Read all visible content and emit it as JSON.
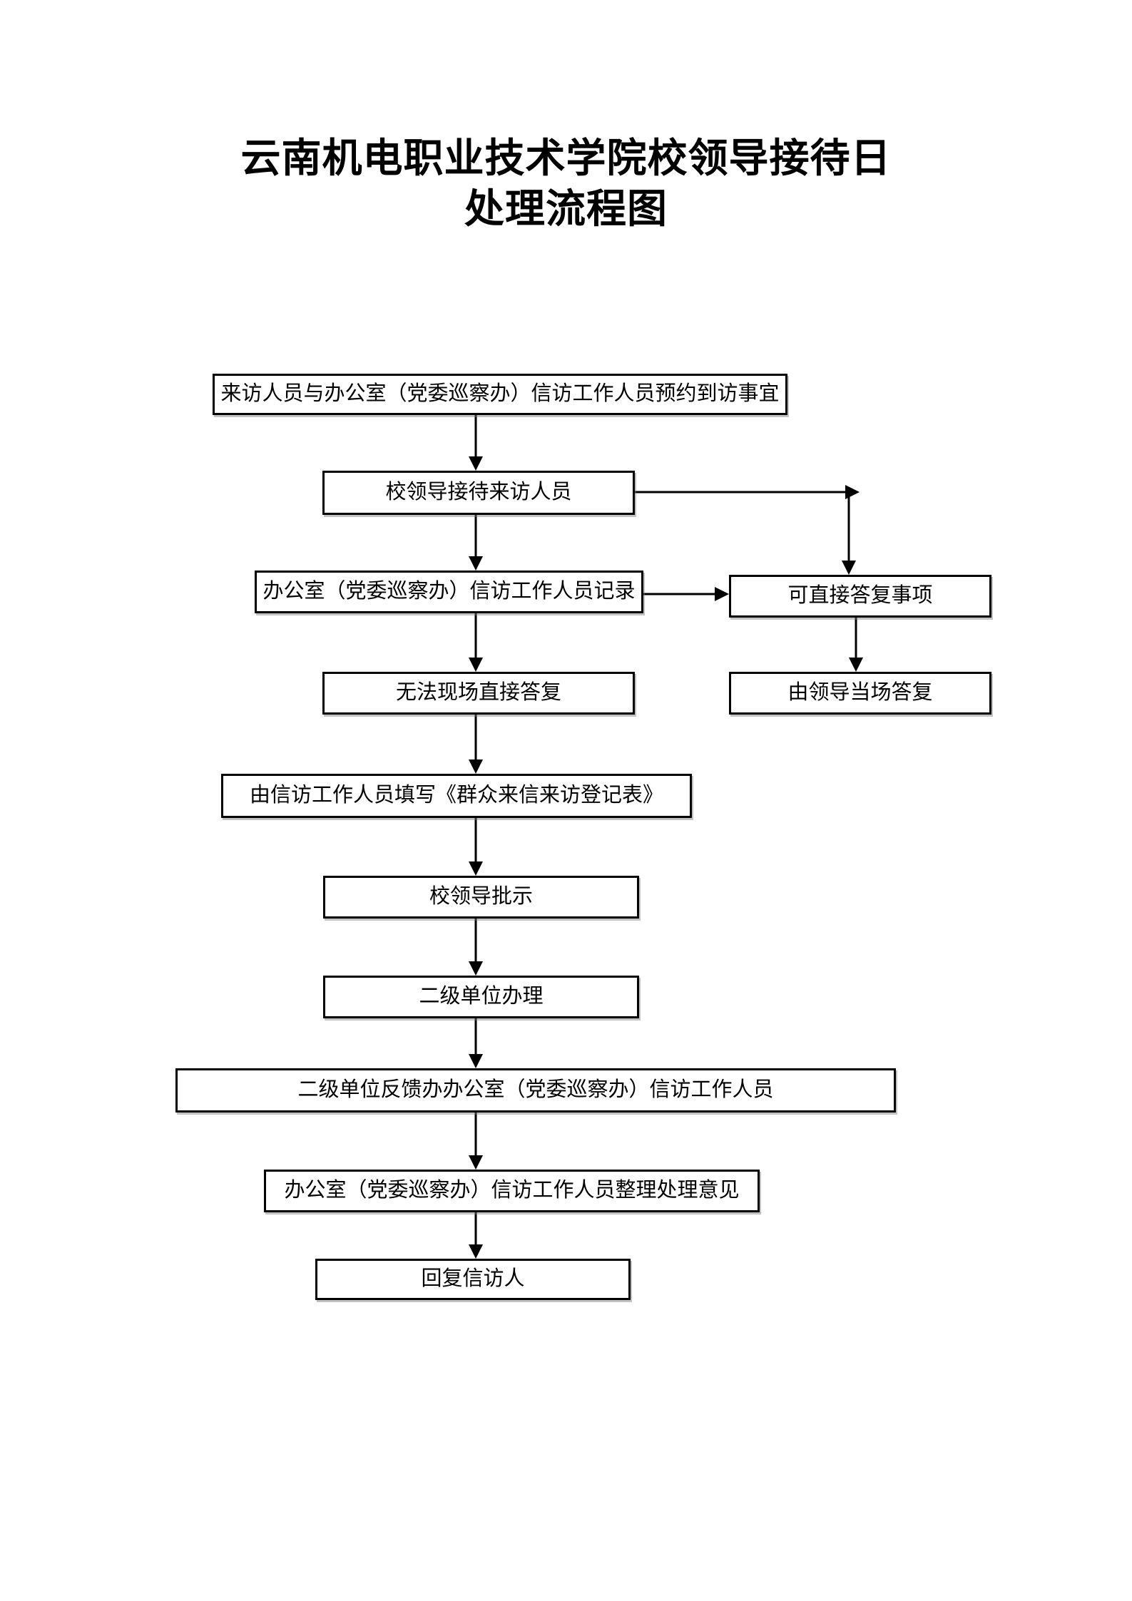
{
  "title": {
    "line1": "云南机电职业技术学院校领导接待日",
    "line2": "处理流程图"
  },
  "nodes": {
    "yuyue": "来访人员与办公室（党委巡察办）信访工作人员预约到访事宜",
    "jiedai": "校领导接待来访人员",
    "jilu": "办公室（党委巡察办）信访工作人员记录",
    "kezhida": "可直接答复事项",
    "wufa": "无法现场直接答复",
    "dangchang": "由领导当场答复",
    "tianxie": "由信访工作人员填写《群众来信来访登记表》",
    "pishi": "校领导批示",
    "erji": "二级单位办理",
    "fankui": "二级单位反馈办办公室（党委巡察办）信访工作人员",
    "zhengli": "办公室（党委巡察办）信访工作人员整理处理意见",
    "huifu": "回复信访人"
  },
  "edges": [
    {
      "from": "yuyue",
      "to": "jiedai"
    },
    {
      "from": "jiedai",
      "to": "jilu"
    },
    {
      "from": "jiedai",
      "to": "kezhida"
    },
    {
      "from": "jilu",
      "to": "kezhida"
    },
    {
      "from": "jilu",
      "to": "wufa"
    },
    {
      "from": "kezhida",
      "to": "dangchang"
    },
    {
      "from": "wufa",
      "to": "tianxie"
    },
    {
      "from": "tianxie",
      "to": "pishi"
    },
    {
      "from": "pishi",
      "to": "erji"
    },
    {
      "from": "erji",
      "to": "fankui"
    },
    {
      "from": "fankui",
      "to": "zhengli"
    },
    {
      "from": "zhengli",
      "to": "huifu"
    }
  ],
  "colors": {
    "background": "#ffffff",
    "line": "#000000",
    "box_border": "#000000",
    "text": "#000000"
  }
}
